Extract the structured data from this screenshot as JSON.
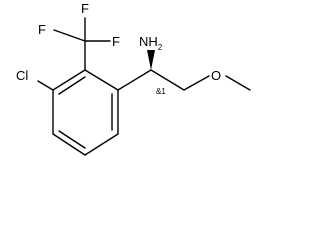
{
  "structure": {
    "atoms": {
      "f1": "F",
      "f2": "F",
      "f3": "F",
      "cl": "Cl",
      "nh2": "NH",
      "nh2_subscript": "2",
      "o": "O"
    },
    "stereo_label": "&1"
  }
}
